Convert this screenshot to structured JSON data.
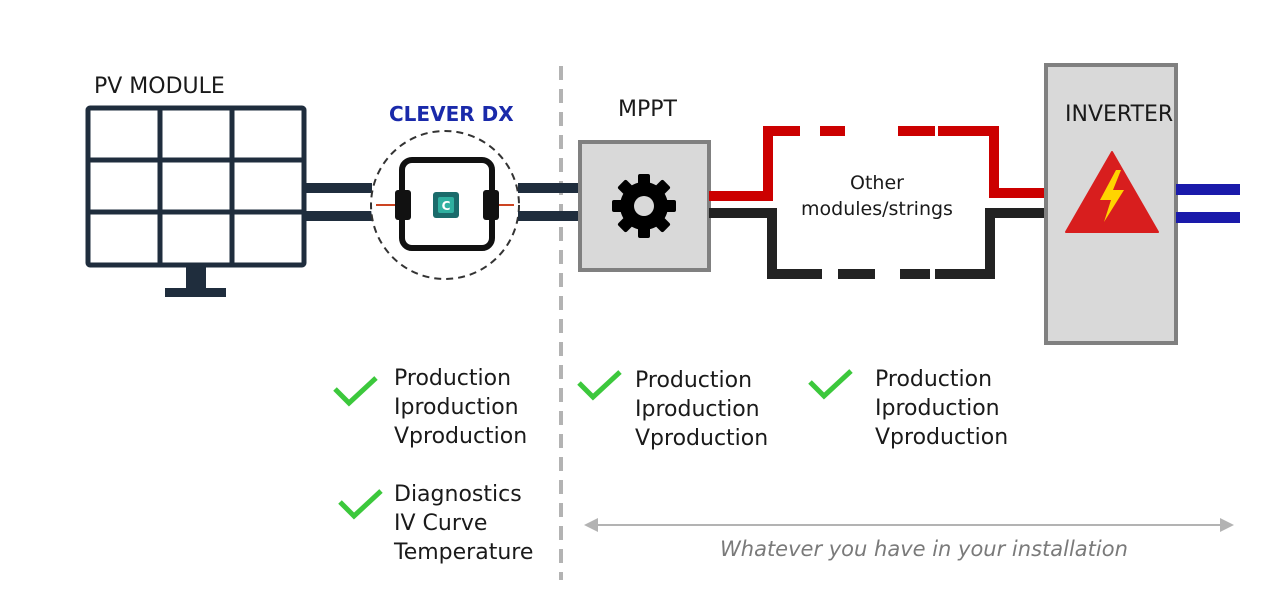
{
  "labels": {
    "pv_module": "PV MODULE",
    "clever_dx": "CLEVER DX",
    "mppt": "MPPT",
    "inverter": "INVERTER",
    "other_modules": [
      "Other",
      "modules/strings"
    ]
  },
  "features": {
    "clever_production": [
      "Production",
      "Iproduction",
      "Vproduction"
    ],
    "clever_diagnostics": [
      "Diagnostics",
      "IV Curve",
      "Temperature"
    ],
    "mppt_production": [
      "Production",
      "Iproduction",
      "Vproduction"
    ],
    "inverter_production": [
      "Production",
      "Iproduction",
      "Vproduction"
    ]
  },
  "caption": "Whatever you have in your installation",
  "colors": {
    "navy": "#1f2d3d",
    "positive": "#cc0000",
    "negative": "#222222",
    "ac": "#1a1aaa",
    "box_fill": "#d9d9d9",
    "box_border": "#808080",
    "check": "#3cc83c",
    "brand": "#1a2aaa",
    "warning": "#d81e1e",
    "bolt": "#ffd400"
  },
  "icons": [
    "solar-panel-icon",
    "clever-dx-device-icon",
    "gear-icon",
    "high-voltage-warning-icon",
    "checkmark-icon",
    "double-arrow-icon"
  ]
}
